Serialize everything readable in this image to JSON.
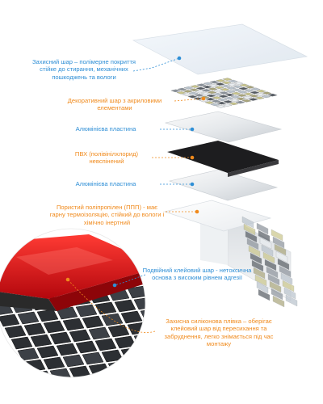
{
  "colors": {
    "blue": "#2f8fd6",
    "orange": "#f08a1c",
    "gold_tile": "#c9c58a",
    "silver_tile": "#b9c3cc",
    "dark_tile": "#555b62",
    "red_film": "#e0141b"
  },
  "layers": [
    {
      "id": "protective",
      "text": "Захисний шар – полімерне покриття стійке до стирання, механічних пошкоджень та вологи",
      "color": "blue"
    },
    {
      "id": "decorative",
      "text": "Декоративний шар з акриловими елементами",
      "color": "orange"
    },
    {
      "id": "aluminum1",
      "text": "Алюмінієва пластина",
      "color": "blue"
    },
    {
      "id": "pvc",
      "text": "ПВХ (полівінілхлорид) невспінений",
      "color": "orange"
    },
    {
      "id": "aluminum2",
      "text": "Алюмінієва пластина",
      "color": "blue"
    },
    {
      "id": "ppp",
      "text": "Пористий поліпропілен (ППП) - має гарну термоізоляцію, стійкий до вологи і хімічно інертний",
      "color": "orange"
    },
    {
      "id": "adhesive",
      "text": "Подвійний клейовий шар - нетоксична основа з високим рівнем адгезії",
      "color": "blue"
    },
    {
      "id": "film",
      "text": "Захисна силіконова плівка – оберігає клейовий шар від пересихання та забруднення, легко знімається під час монтажу",
      "color": "orange"
    }
  ]
}
